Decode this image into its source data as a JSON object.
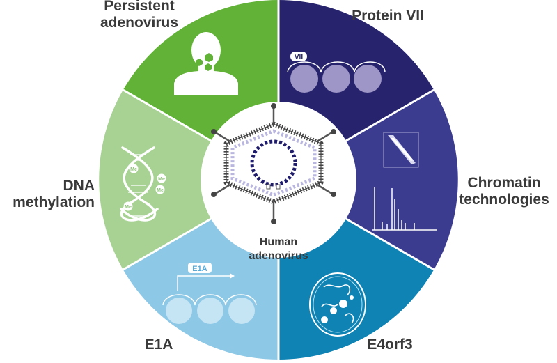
{
  "diagram": {
    "center_label": [
      "Human",
      "adenovirus"
    ],
    "segments": [
      {
        "id": "persistent-adenovirus",
        "label": [
          "Persistent",
          "adenovirus"
        ],
        "color": "#61b237"
      },
      {
        "id": "protein-vii",
        "label": [
          "Protein VII"
        ],
        "color": "#27246d",
        "tag": "VII"
      },
      {
        "id": "chromatin-technologies",
        "label": [
          "Chromatin",
          "technologies"
        ],
        "color": "#3b3c8f"
      },
      {
        "id": "e4orf3",
        "label": [
          "E4orf3"
        ],
        "color": "#0e83b4"
      },
      {
        "id": "e1a",
        "label": [
          "E1A"
        ],
        "color": "#8dc8e6",
        "tag": "E1A"
      },
      {
        "id": "dna-methylation",
        "label": [
          "DNA",
          "methylation"
        ],
        "color": "#a7d293",
        "tag": "Me"
      }
    ]
  }
}
